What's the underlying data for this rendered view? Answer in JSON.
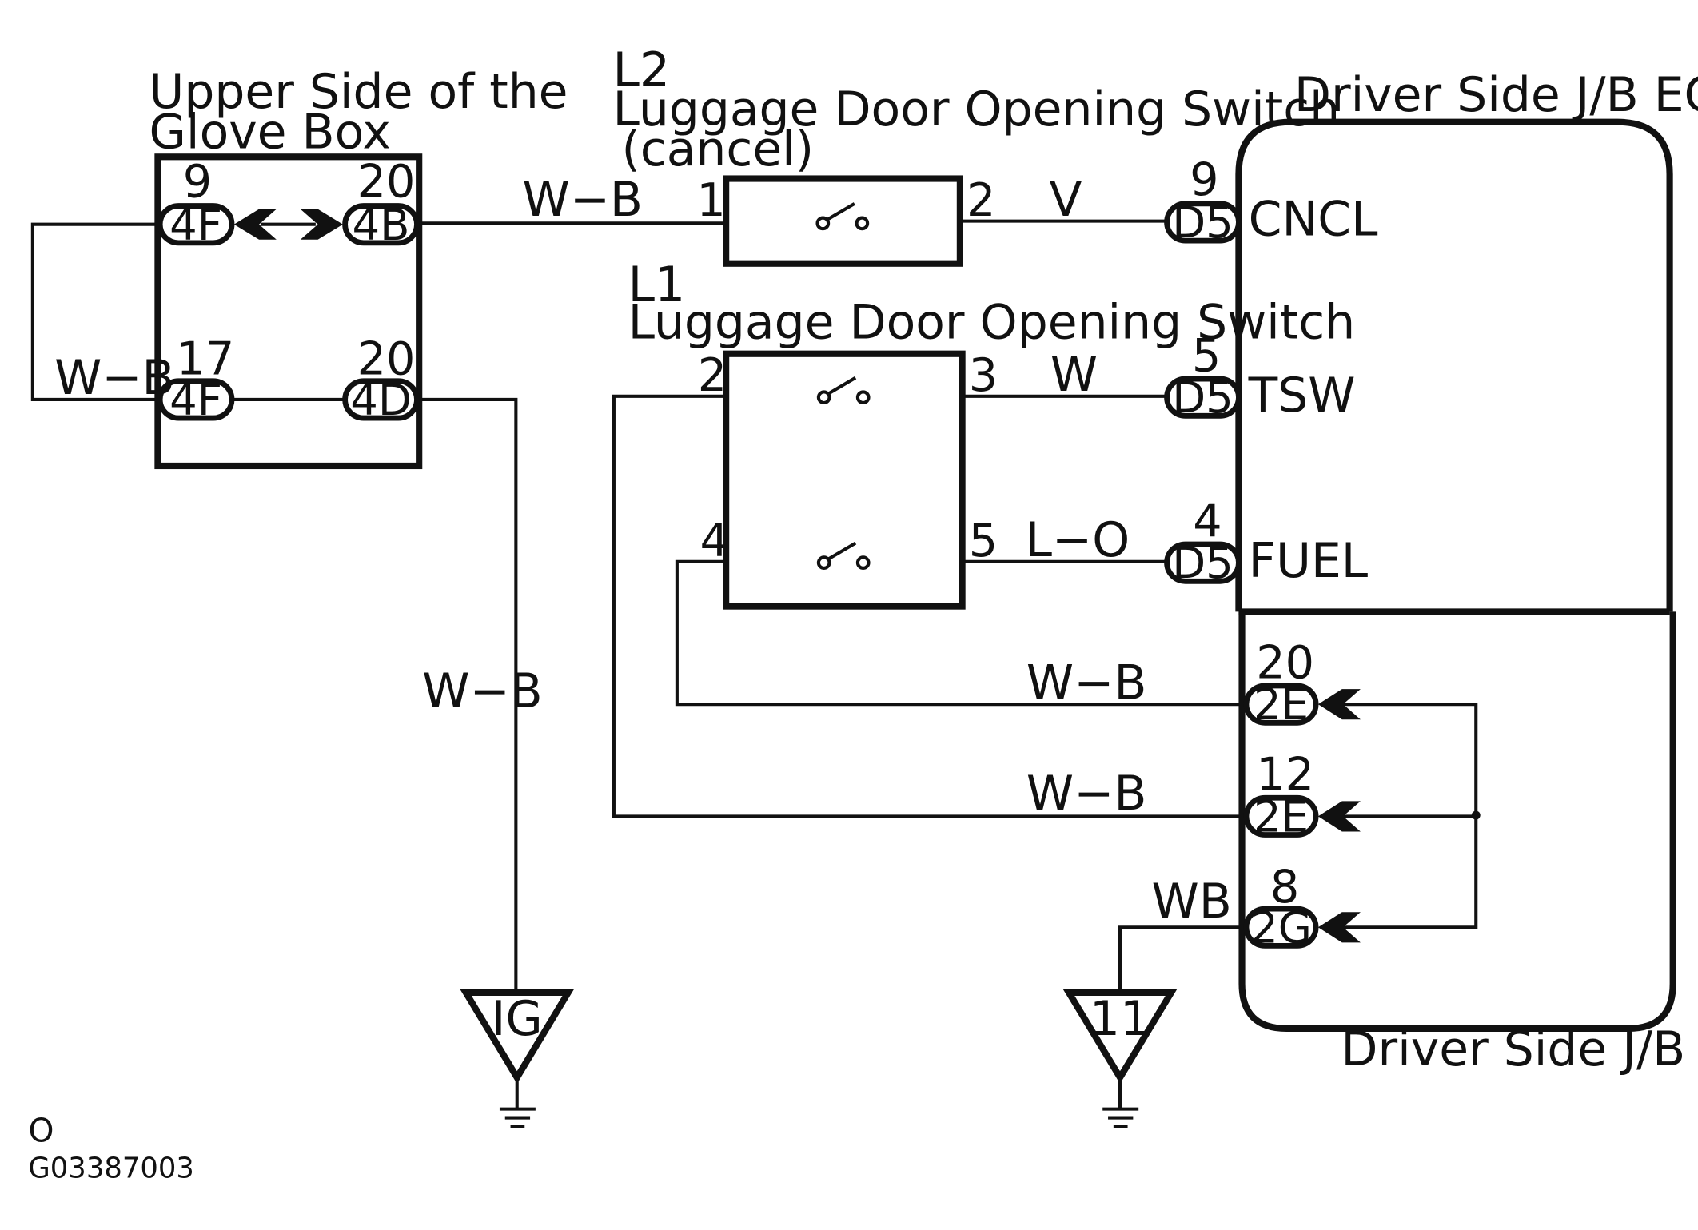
{
  "glovebox": {
    "title_line1": "Upper Side of the",
    "title_line2": "Glove Box",
    "pin_9": "9",
    "pin_20a": "20",
    "pin_17": "17",
    "pin_20b": "20",
    "conn_4F_top": "4F",
    "conn_4B": "4B",
    "conn_4F_bottom": "4F",
    "conn_4D": "4D"
  },
  "l2": {
    "code": "L2",
    "name": "Luggage Door Opening Switch",
    "sub": "(cancel)",
    "pin_1": "1",
    "pin_2": "2"
  },
  "l1": {
    "code": "L1",
    "name": "Luggage Door Opening Switch",
    "pin_2": "2",
    "pin_3": "3",
    "pin_4": "4",
    "pin_5": "5"
  },
  "ecu": {
    "title": "Driver Side J/B ECU",
    "cncl_pin": "9",
    "cncl_conn": "D5",
    "cncl_label": "CNCL",
    "tsw_pin": "5",
    "tsw_conn": "D5",
    "tsw_label": "TSW",
    "fuel_pin": "4",
    "fuel_conn": "D5",
    "fuel_label": "FUEL"
  },
  "jb": {
    "title": "Driver Side J/B",
    "pin_20": "20",
    "conn_2E_a": "2E",
    "pin_12": "12",
    "conn_2E_b": "2E",
    "pin_8": "8",
    "conn_2G": "2G"
  },
  "wires": {
    "wb_top": "W−B",
    "wb_left": "W−B",
    "wb_vertical": "W−B",
    "v": "V",
    "w": "W",
    "lo": "L−O",
    "wb_mid": "W−B",
    "wb_low": "W−B",
    "wb_ground": "WB"
  },
  "grounds": {
    "ig": "IG",
    "eleven": "11"
  },
  "footer": {
    "code_o": "O",
    "figure_id": "G03387003"
  }
}
